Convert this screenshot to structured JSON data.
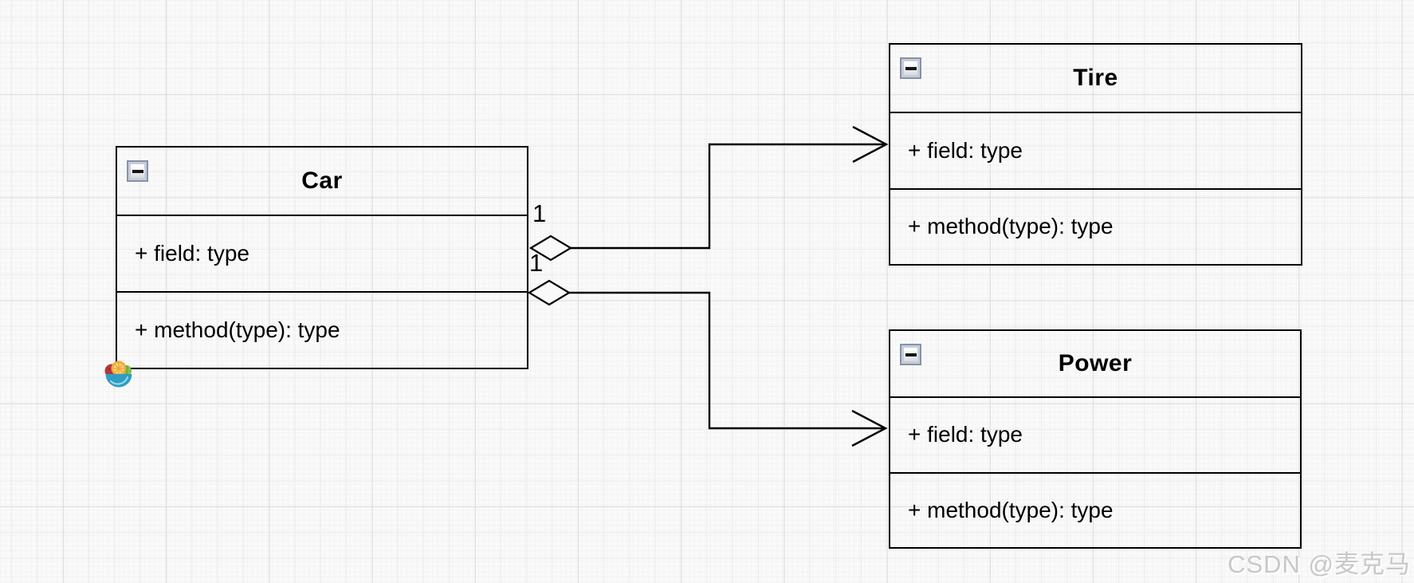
{
  "diagram": {
    "classes": [
      {
        "name": "Car",
        "field": "+ field: type",
        "method": "+ method(type): type"
      },
      {
        "name": "Tire",
        "field": "+ field: type",
        "method": "+ method(type): type"
      },
      {
        "name": "Power",
        "field": "+ field: type",
        "method": "+ method(type): type"
      }
    ],
    "relations": [
      {
        "from": "Car",
        "to": "Tire",
        "type": "aggregation",
        "multiplicity": "1"
      },
      {
        "from": "Car",
        "to": "Power",
        "type": "aggregation",
        "multiplicity": "1"
      }
    ]
  },
  "icons": {
    "collapse": "minus-icon",
    "corner_decoration": "fruit-bowl-icon"
  },
  "colors": {
    "line": "#000000",
    "canvas": "#fafafa",
    "grid_minor": "#ebebeb",
    "grid_major": "#dcdcdc",
    "collapse_border": "#8792a6",
    "watermark": "#c8c8c8"
  },
  "watermark": {
    "text": "CSDN @麦克马"
  }
}
